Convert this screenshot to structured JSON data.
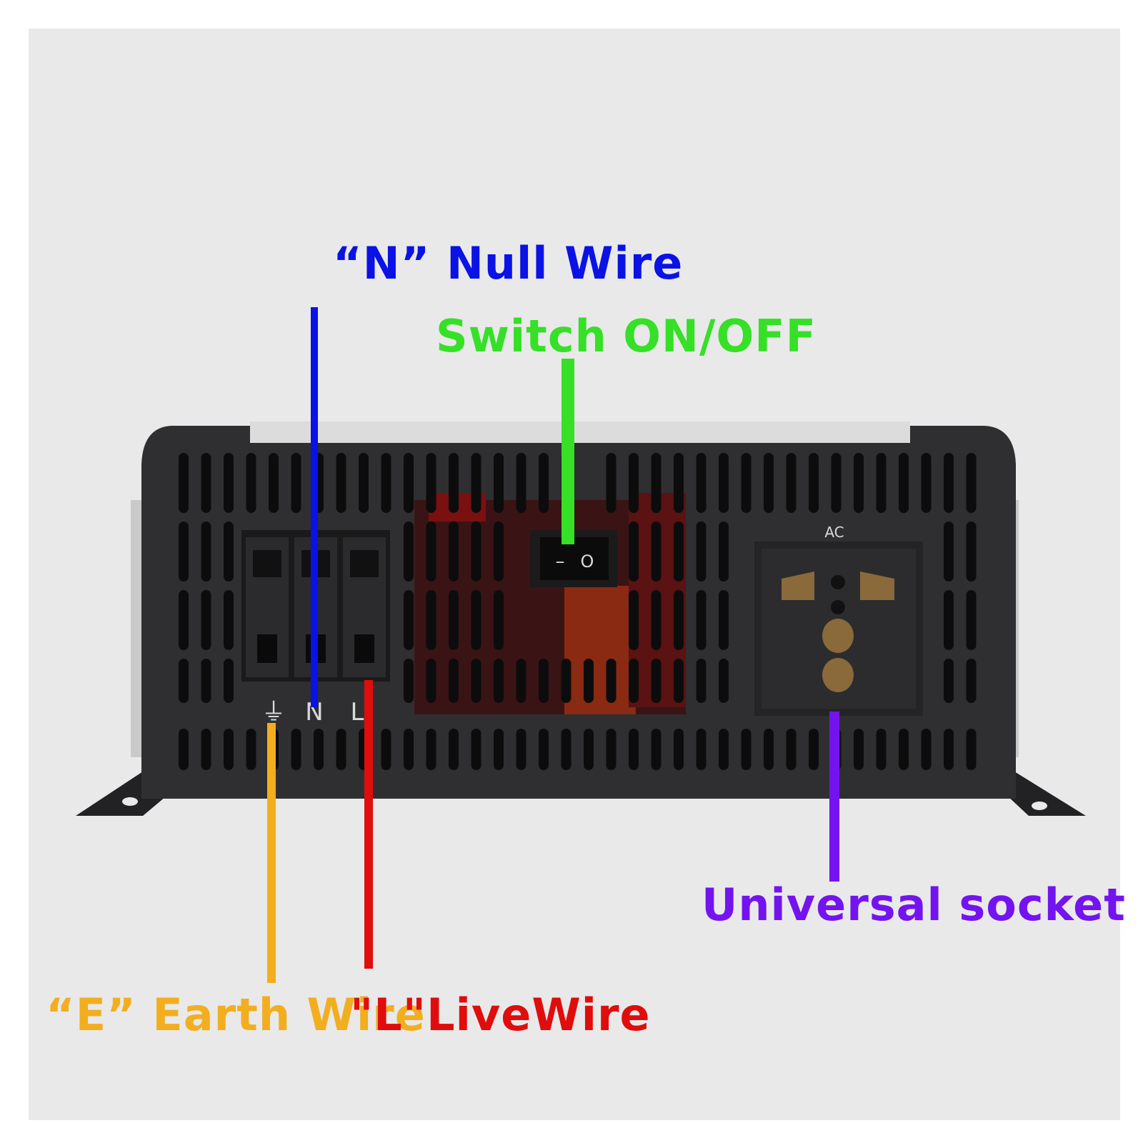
{
  "callouts": {
    "null_wire": {
      "text": "“N”  Null Wire",
      "color": "#0a12e6"
    },
    "switch": {
      "text": "Switch ON/OFF",
      "color": "#35e026"
    },
    "socket": {
      "text": "Universal socket",
      "color": "#7314f0"
    },
    "earth_wire": {
      "text": "“E”  Earth Wire",
      "color": "#f2ae1e"
    },
    "live_wire": {
      "text": "\"L\"LiveWire",
      "color": "#e00d0d"
    }
  },
  "panel": {
    "terminal_labels": [
      "⏚",
      "N",
      "L"
    ],
    "switch_symbols": [
      "–",
      "O"
    ],
    "socket_label": "AC"
  },
  "colors": {
    "backdrop": "#e9e9e9",
    "housing": "#2f2f31",
    "slot": "#0c0c0d",
    "coil": "#a0201e"
  }
}
